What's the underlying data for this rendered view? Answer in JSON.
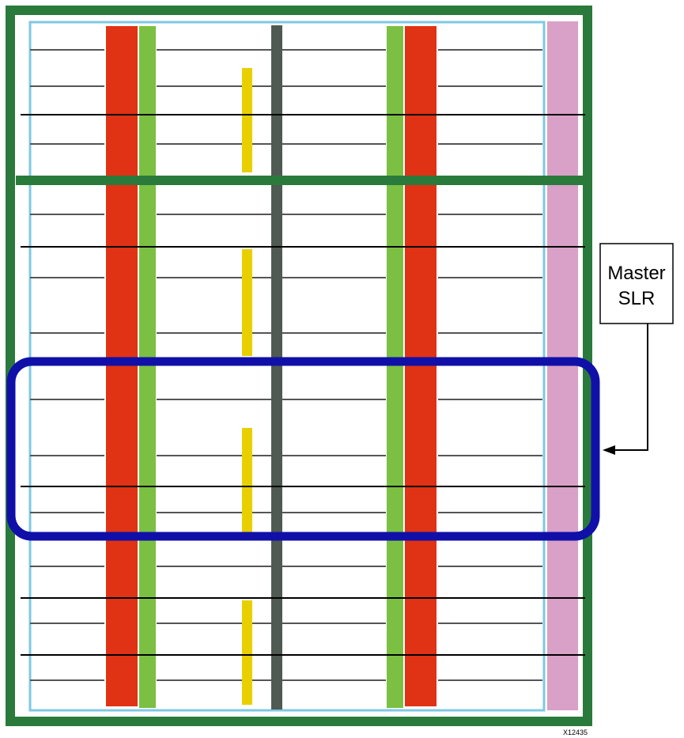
{
  "callout": {
    "line1": "Master",
    "line2": "SLR"
  },
  "figure_id": "X12435",
  "colors": {
    "die_border": "#2a7a3b",
    "inner_border": "#7ec8e3",
    "red_column": "#e03214",
    "green_column": "#7bc043",
    "yellow_column": "#e8d000",
    "center_column": "#4f5a52",
    "pink_column": "#d9a0c8",
    "highlight": "#1010a8",
    "gray_line": "#555555",
    "black_line": "#000000"
  }
}
